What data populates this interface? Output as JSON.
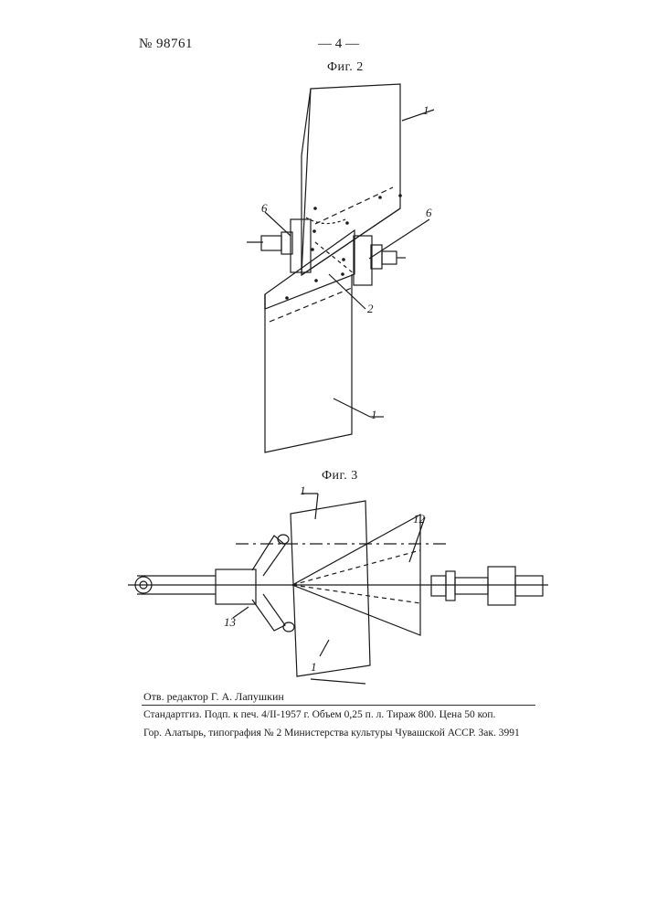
{
  "header": {
    "patent_number": "№ 98761",
    "page_number": "— 4 —"
  },
  "figures": {
    "fig2": {
      "caption": "Фиг. 2",
      "labels": {
        "part1_top": "1",
        "part6_left": "6",
        "part6_right": "6",
        "part2": "2",
        "part1_bottom": "1"
      }
    },
    "fig3": {
      "caption": "Фиг. 3",
      "labels": {
        "part1_top": "1",
        "part12": "12",
        "part13": "13",
        "part1_bottom": "1"
      }
    }
  },
  "footer": {
    "editor": "Отв. редактор Г. А. Лапушкин",
    "imprint": "Стандартгиз. Подп. к печ. 4/II-1957 г. Объем 0,25 п. л. Тираж 800. Цена 50 коп.",
    "printer": "Гор. Алатырь, типография № 2 Министерства культуры Чувашской АССР. Зак. 3991"
  }
}
